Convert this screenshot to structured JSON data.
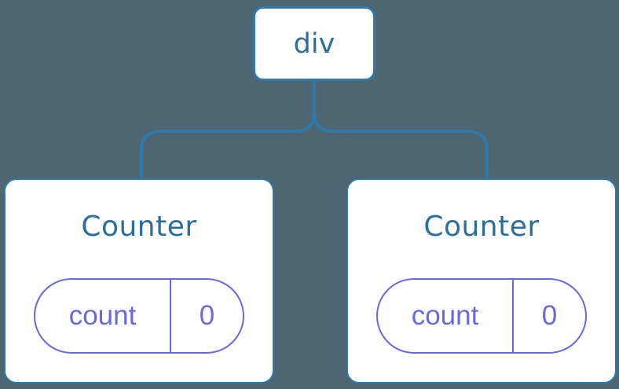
{
  "diagram": {
    "type": "component-tree",
    "root": {
      "label": "div"
    },
    "children": [
      {
        "title": "Counter",
        "state": {
          "label": "count",
          "value": "0"
        }
      },
      {
        "title": "Counter",
        "state": {
          "label": "count",
          "value": "0"
        }
      }
    ]
  },
  "colors": {
    "background": "#4d6671",
    "node_fill": "#ffffff",
    "tree_blue": "#2f7aab",
    "heading_blue": "#2d6e99",
    "state_purple": "#6a68dd"
  }
}
